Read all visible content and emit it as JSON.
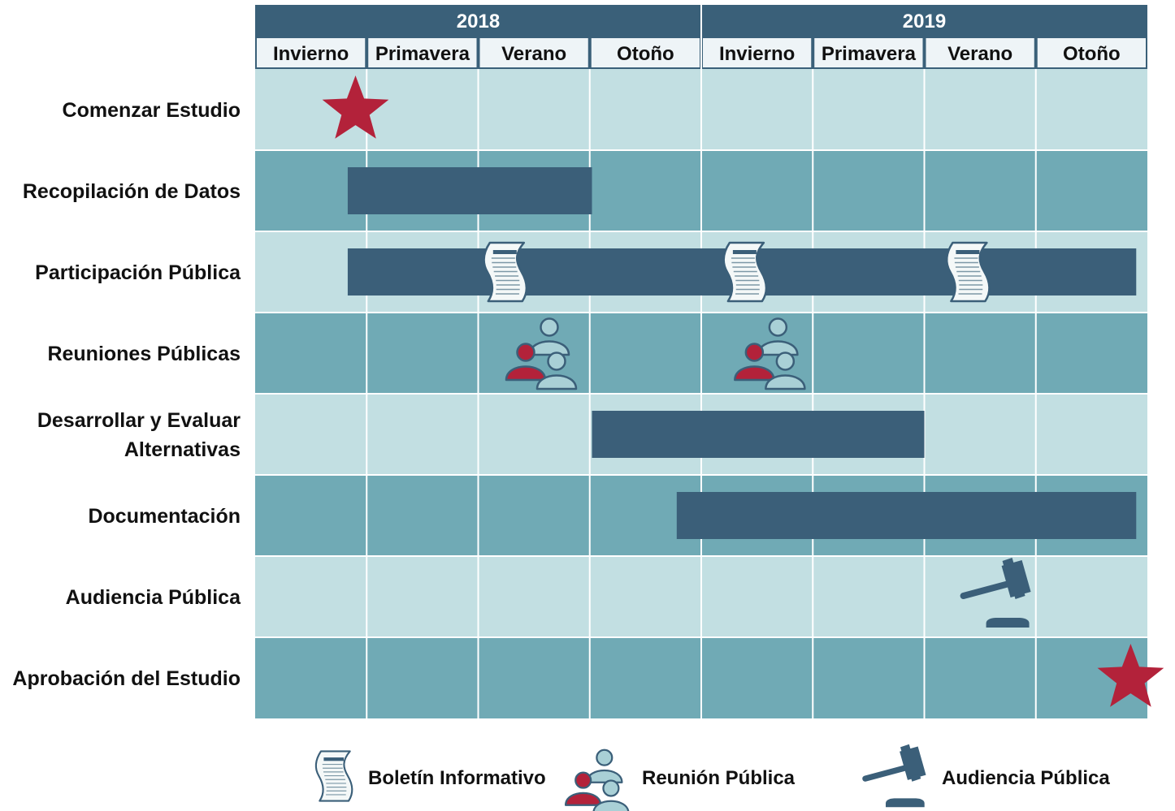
{
  "chart_data": {
    "type": "gantt",
    "title": "",
    "years": [
      {
        "label": "2018",
        "seasons": [
          "Invierno",
          "Primavera",
          "Verano",
          "Otoño"
        ]
      },
      {
        "label": "2019",
        "seasons": [
          "Invierno",
          "Primavera",
          "Verano",
          "Otoño"
        ]
      }
    ],
    "tasks": [
      {
        "label": "Comenzar Estudio",
        "lines": [
          "Comenzar Estudio"
        ],
        "milestone": {
          "type": "star",
          "at": 0.9
        }
      },
      {
        "label": "Recopilación de Datos",
        "lines": [
          "Recopilación de Datos"
        ],
        "bar": [
          0.83,
          3.02
        ]
      },
      {
        "label": "Participación Pública",
        "lines": [
          "Participación Pública"
        ],
        "bar": [
          0.83,
          7.9
        ],
        "markers": [
          {
            "type": "newsletter",
            "at": 2.25
          },
          {
            "type": "newsletter",
            "at": 4.4
          },
          {
            "type": "newsletter",
            "at": 6.4
          }
        ]
      },
      {
        "label": "Reuniones Públicas",
        "lines": [
          "Reuniones Públicas"
        ],
        "markers": [
          {
            "type": "meeting",
            "at": 2.55
          },
          {
            "type": "meeting",
            "at": 4.6
          }
        ]
      },
      {
        "label": "Desarrollar y Evaluar Alternativas",
        "lines": [
          "Desarrollar y Evaluar",
          "Alternativas"
        ],
        "bar": [
          3.02,
          6.0
        ]
      },
      {
        "label": "Documentación",
        "lines": [
          "Documentación"
        ],
        "bar": [
          3.78,
          7.9
        ]
      },
      {
        "label": "Audiencia Pública",
        "lines": [
          "Audiencia Pública"
        ],
        "markers": [
          {
            "type": "gavel",
            "at": 6.7
          }
        ]
      },
      {
        "label": "Aprobación del Estudio",
        "lines": [
          "Aprobación del Estudio"
        ],
        "milestone": {
          "type": "star",
          "at": 7.85
        }
      }
    ],
    "legend": [
      {
        "icon": "newsletter",
        "label": "Boletín Informativo"
      },
      {
        "icon": "meeting",
        "label": "Reunión Pública"
      },
      {
        "icon": "gavel",
        "label": "Audiencia Pública"
      }
    ],
    "colors": {
      "header": "#3a6079",
      "subheader": "#eef4f7",
      "row_light": "#c2dfe2",
      "row_dark": "#70aab5",
      "bar": "#3b5f79",
      "star": "#b3223a",
      "person_blue": "#a9d0d6",
      "person_red": "#b3223a",
      "icon_outline": "#3b5f79"
    }
  }
}
